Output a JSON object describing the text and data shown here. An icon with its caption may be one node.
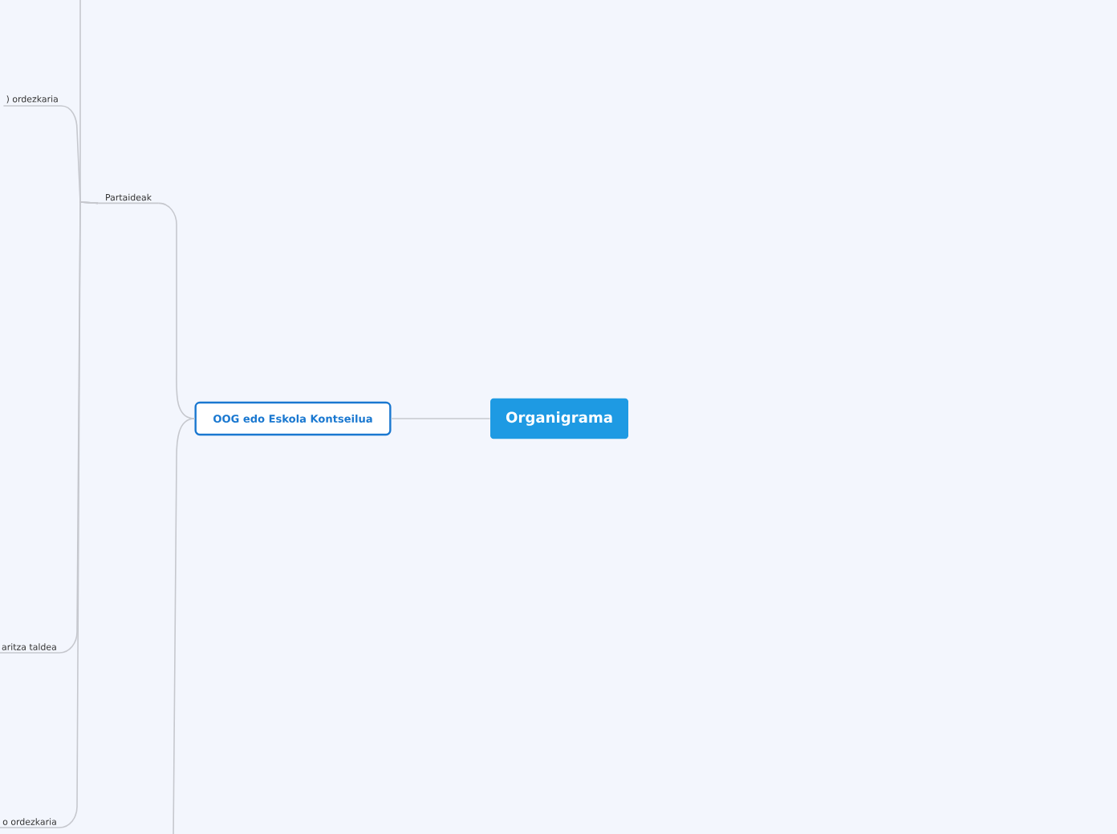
{
  "diagram": {
    "nodes": [
      {
        "text": [
          "Organigrama"
        ]
      },
      {
        "text": [
          "OOG edo Eskola Kontseilua"
        ]
      },
      {
        "text": [
          "Partaideak"
        ]
      },
      {
        "text": [
          ") ordezkaria"
        ]
      },
      {
        "text": [
          "aritza taldea"
        ]
      },
      {
        "text": [
          "o ordezkaria"
        ]
      }
    ],
    "edges": [
      {
        "from": 0,
        "to": 1,
        "arrow": "none"
      },
      {
        "from": 1,
        "to": 2,
        "arrow": "none"
      },
      {
        "from": 2,
        "to": 3,
        "arrow": "none"
      },
      {
        "from": 2,
        "to": 4,
        "arrow": "none"
      },
      {
        "from": 2,
        "to": 5,
        "arrow": "none"
      },
      {
        "from": 2,
        "to": null,
        "arrow": "none"
      },
      {
        "from": 1,
        "to": null,
        "arrow": "none"
      }
    ]
  }
}
